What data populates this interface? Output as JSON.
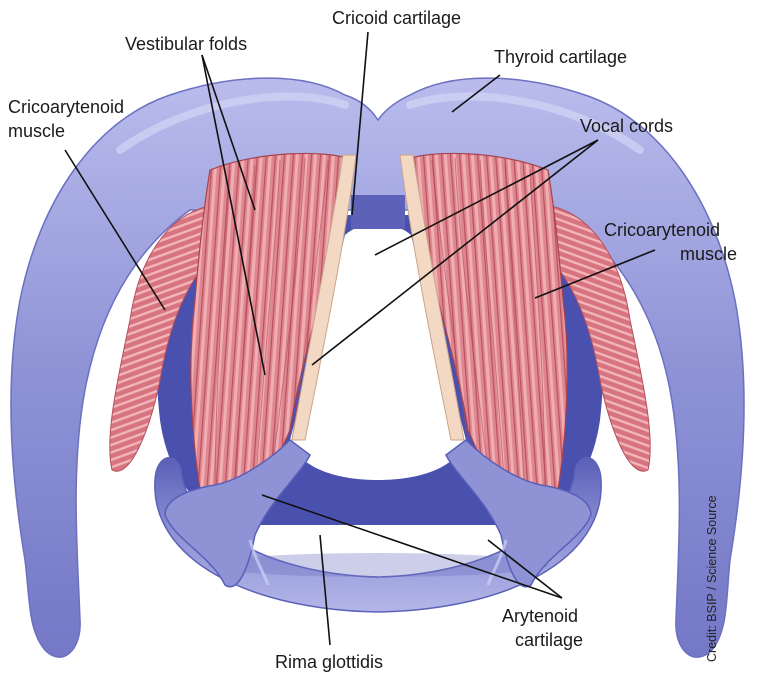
{
  "labels": {
    "cricoid_cartilage": "Cricoid cartilage",
    "vestibular_folds": "Vestibular folds",
    "thyroid_cartilage": "Thyroid cartilage",
    "cricoarytenoid_left_line1": "Cricoarytenoid",
    "cricoarytenoid_left_line2": "muscle",
    "vocal_cords": "Vocal cords",
    "cricoarytenoid_right_line1": "Cricoarytenoid",
    "cricoarytenoid_right_line2": "muscle",
    "arytenoid_line1": "Arytenoid",
    "arytenoid_line2": "cartilage",
    "rima_glottidis": "Rima glottidis"
  },
  "credit": "Credit: BSIP / Science Source",
  "colors": {
    "cartilage": "#8f93d6",
    "cartilage_shadow": "#6a6fc0",
    "cartilage_dark": "#3f45a6",
    "muscle": "#d9737e",
    "muscle_light": "#f1b4b8",
    "muscle_dark": "#a8424e",
    "cord": "#f3d9c3"
  }
}
